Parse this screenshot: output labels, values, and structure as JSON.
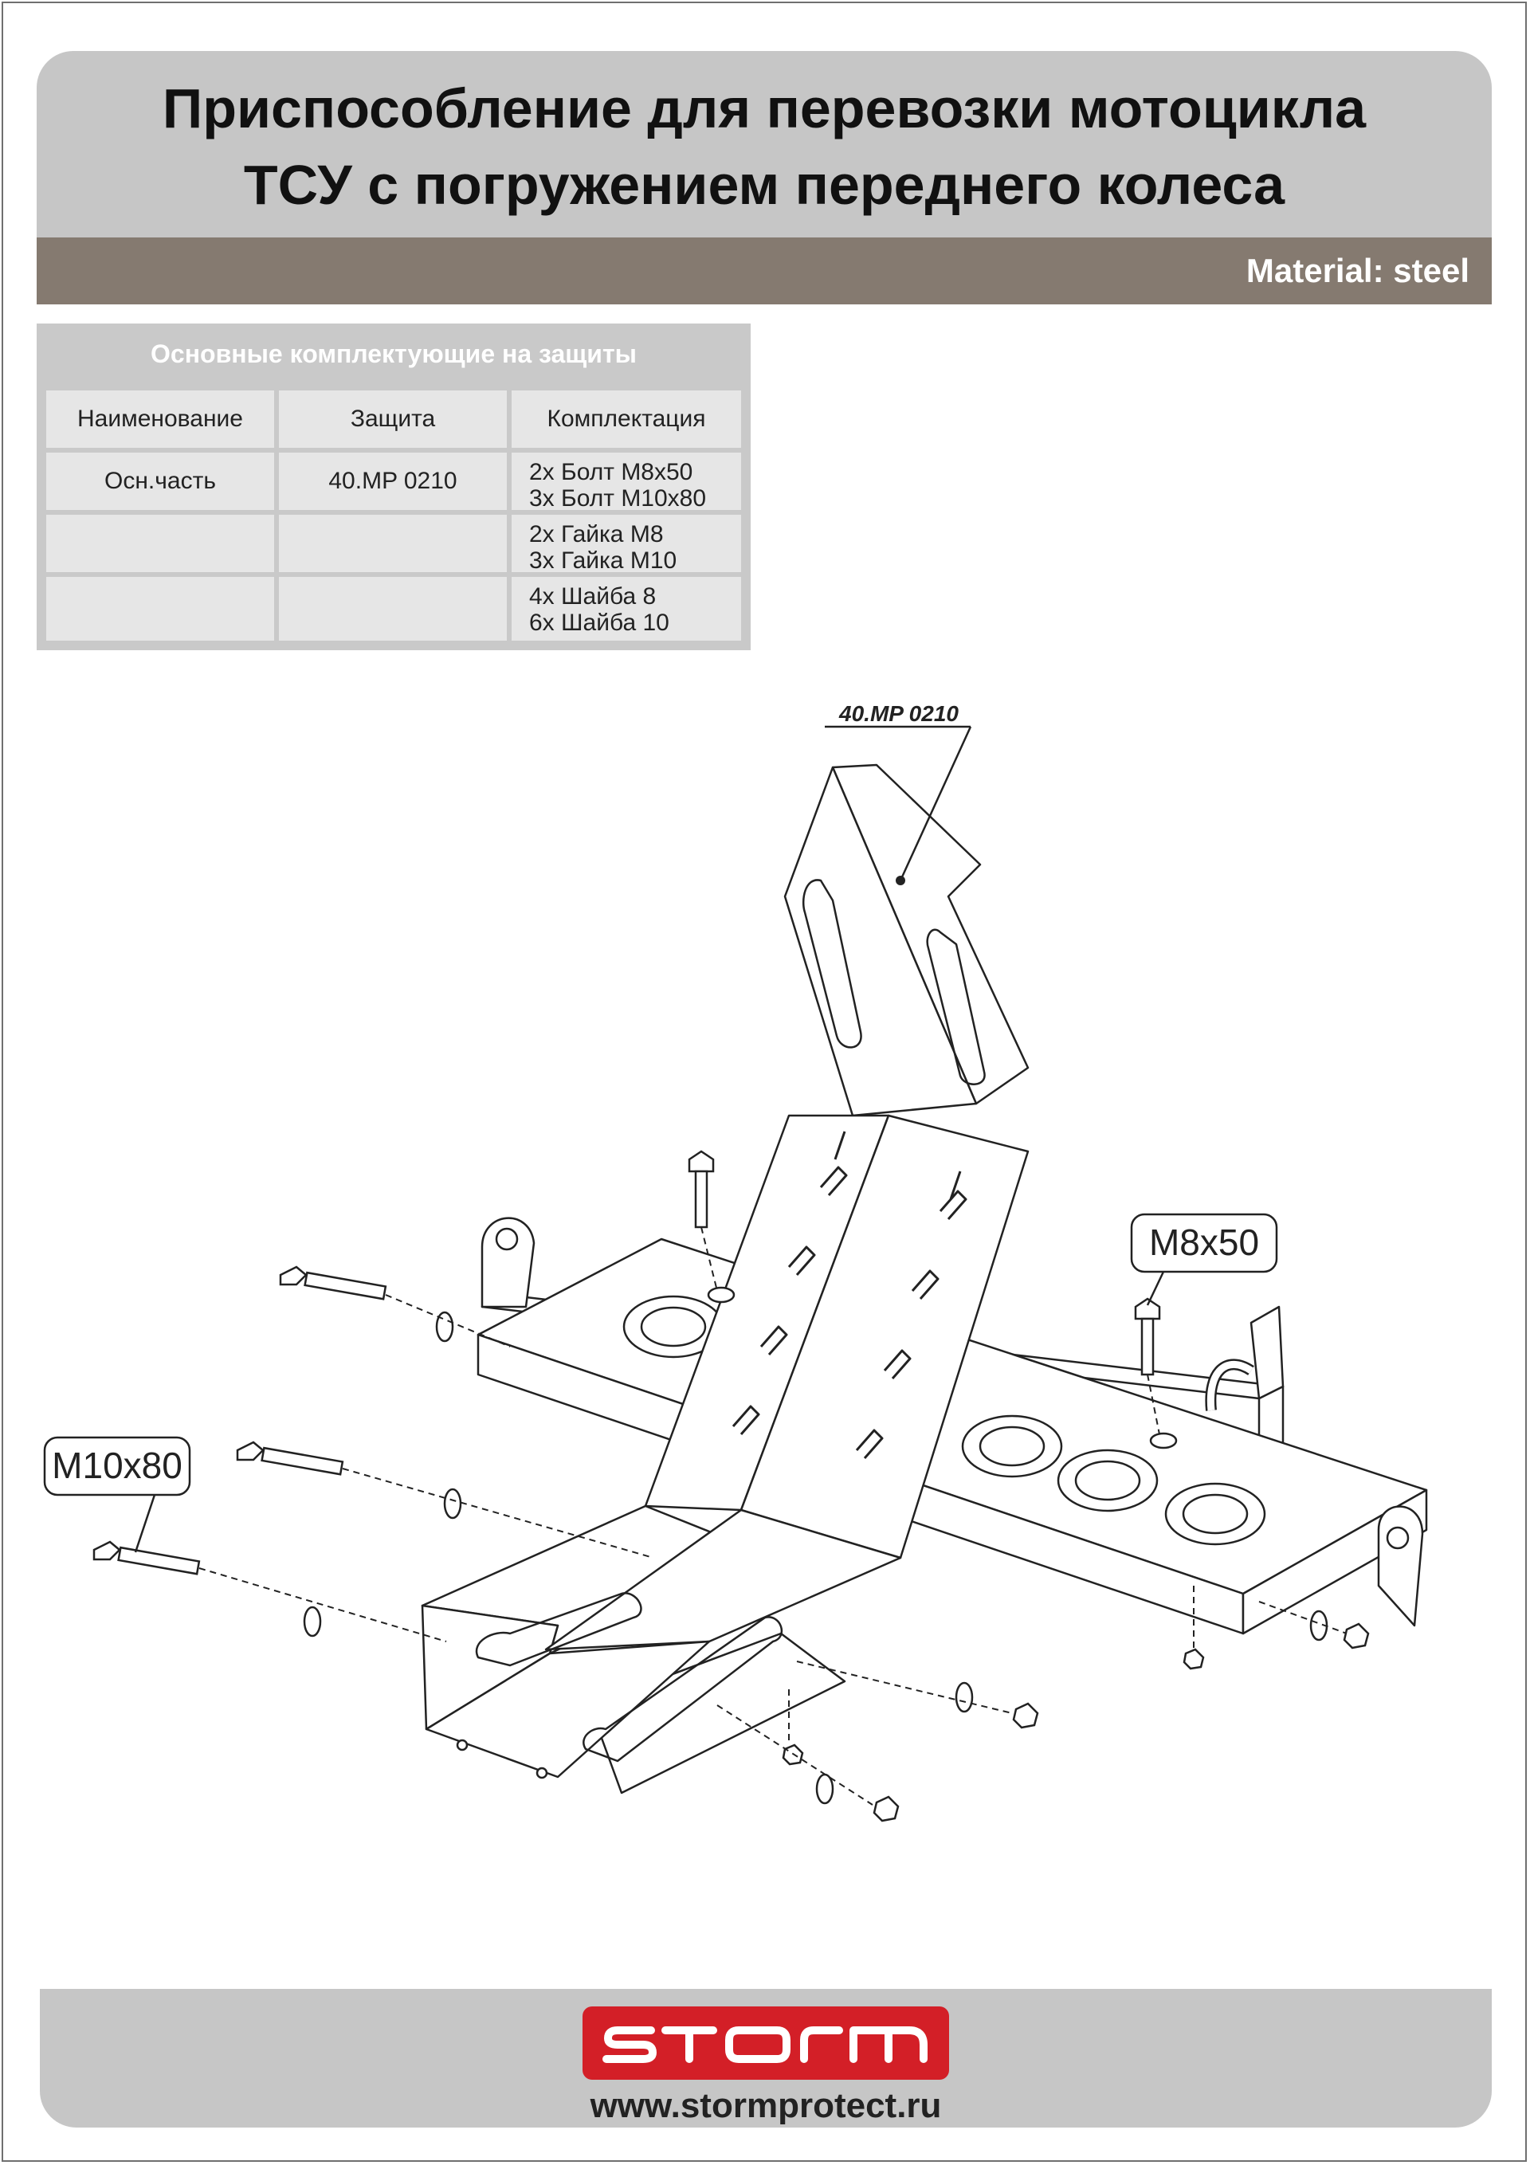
{
  "header": {
    "title_line1": "Приспособление для перевозки мотоцикла",
    "title_line2": "ТСУ с погружением переднего колеса",
    "material": "Material: steel"
  },
  "kit_table": {
    "caption": "Основные комплектующие на защиты",
    "columns": [
      "Наименование",
      "Защита",
      "Комплектация"
    ],
    "rows": [
      {
        "name": "Осн.часть",
        "part": "40.MP 0210",
        "items": [
          "2х Болт М8х50",
          "3х Болт М10х80"
        ]
      },
      {
        "name": "",
        "part": "",
        "items": [
          "2х Гайка М8",
          "3х Гайка М10"
        ]
      },
      {
        "name": "",
        "part": "",
        "items": [
          "4х Шайба 8",
          "6х Шайба 10"
        ]
      }
    ]
  },
  "drawing": {
    "part_label": "40.MP 0210",
    "callout_m8": "M8x50",
    "callout_m10": "M10x80"
  },
  "footer": {
    "logo_name": "storm-logo",
    "website": "www.stormprotect.ru"
  },
  "colors": {
    "header_gray": "#c6c6c6",
    "band_brown": "#857a70",
    "logo_red": "#d31f27"
  }
}
